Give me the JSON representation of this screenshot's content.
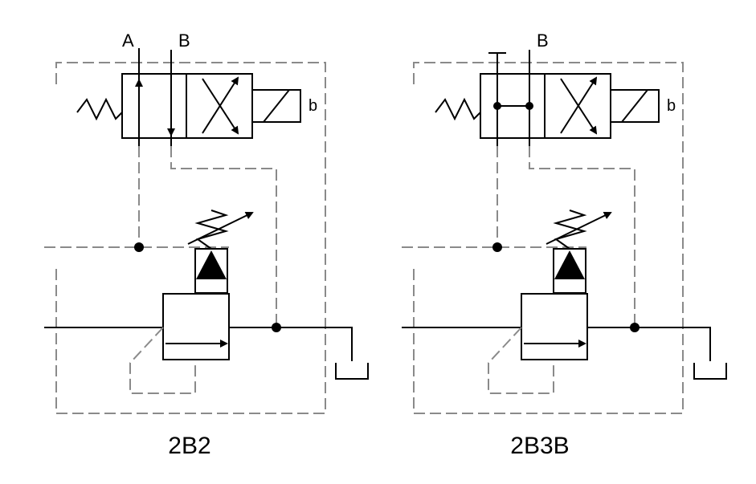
{
  "diagrams": [
    {
      "id": "2b2",
      "title": "2B2",
      "port_labels": [
        "A",
        "B"
      ],
      "solenoid_label": "b"
    },
    {
      "id": "2b3b",
      "title": "2B3B",
      "port_labels": [
        "B"
      ],
      "solenoid_label": "b"
    }
  ]
}
